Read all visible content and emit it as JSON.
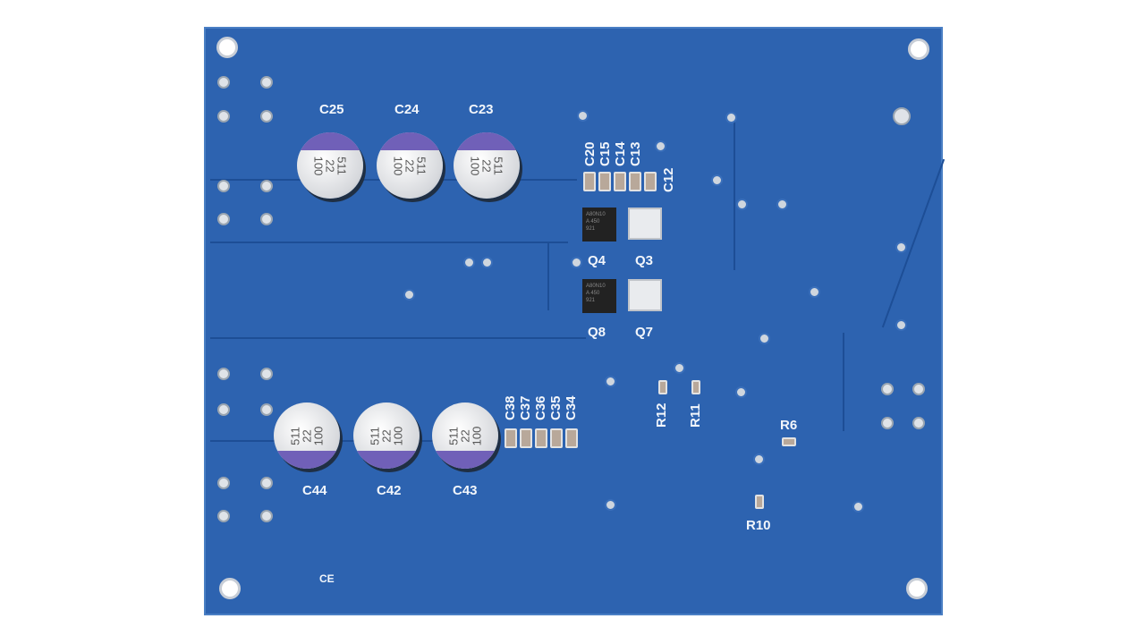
{
  "board": {
    "color": "#2d63b0"
  },
  "capacitors_top": [
    {
      "ref": "C25"
    },
    {
      "ref": "C24"
    },
    {
      "ref": "C23"
    }
  ],
  "capacitors_bottom": [
    {
      "ref": "C44"
    },
    {
      "ref": "C42"
    },
    {
      "ref": "C43"
    }
  ],
  "cap_marking": {
    "line1": "511",
    "line2": "22",
    "line3": "100"
  },
  "smd_caps_top": [
    "C20",
    "C15",
    "C14",
    "C13",
    "C12"
  ],
  "smd_caps_bottom": [
    "C38",
    "C37",
    "C36",
    "C35",
    "C34"
  ],
  "transistors": [
    "Q4",
    "Q3",
    "Q8",
    "Q7"
  ],
  "chip_marking": {
    "line1": "A80N10",
    "line2": "A    450",
    "line3": "921"
  },
  "resistors": [
    "R12",
    "R11",
    "R6",
    "R10"
  ],
  "ce_mark": "CE"
}
